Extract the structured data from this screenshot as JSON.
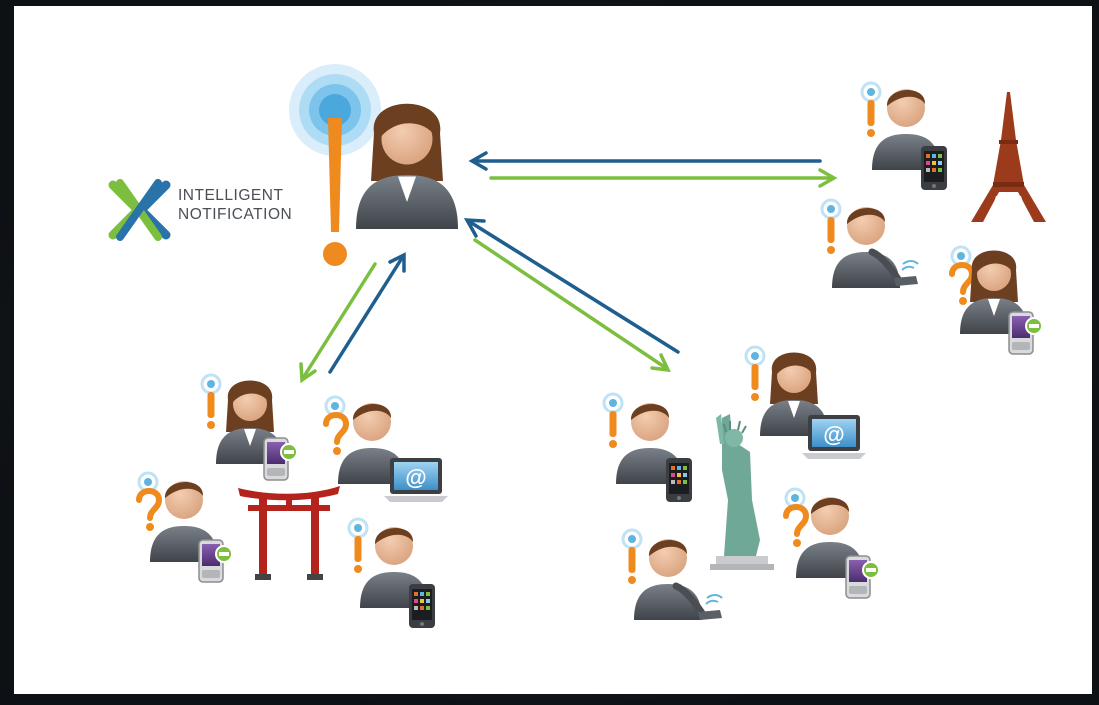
{
  "logo": {
    "line1": "INTELLIGENT",
    "line2": "NOTIFICATION"
  },
  "colors": {
    "send_arrow": "#7cbf3f",
    "reply_arrow": "#1f5f8f",
    "alert": "#ef8a1f",
    "logo_green": "#7cbf3f",
    "logo_blue": "#2a73a8",
    "signal": "#5fb4e0"
  },
  "groups": [
    {
      "landmark": "eiffel-tower"
    },
    {
      "landmark": "torii-gate"
    },
    {
      "landmark": "statue-of-liberty"
    }
  ]
}
